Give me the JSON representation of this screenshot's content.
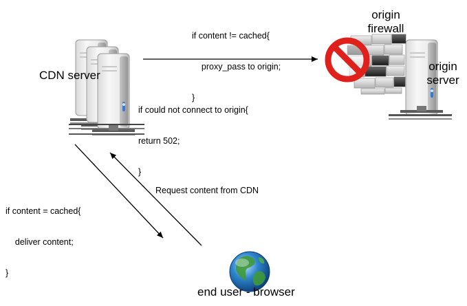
{
  "nodes": {
    "cdn_server": {
      "label": "CDN server"
    },
    "origin_firewall": {
      "label_line1": "origin",
      "label_line2": "firewall"
    },
    "origin_server": {
      "label_line1": "origin",
      "label_line2": "server"
    },
    "end_user": {
      "label": "end user - browser"
    }
  },
  "code_blocks": {
    "proxy": {
      "line1": "if content != cached{",
      "line2": "    proxy_pass to origin;",
      "line3": "}"
    },
    "error": {
      "line1": "if could not connect to origin{",
      "line2": "return 502;",
      "line3": "}"
    },
    "deliver": {
      "line1": "if content = cached{",
      "line2": "    deliver content;",
      "line3": "}"
    }
  },
  "edges": {
    "request": {
      "label": "Request content from CDN"
    }
  },
  "icons": {
    "blocked": "no-entry-icon",
    "globe": "globe-icon",
    "server": "server-tower-icon",
    "firewall": "brick-wall-icon"
  },
  "colors": {
    "block_red": "#e0201b",
    "globe_ocean": "#1f6fb8",
    "globe_land": "#3e9a3a"
  }
}
